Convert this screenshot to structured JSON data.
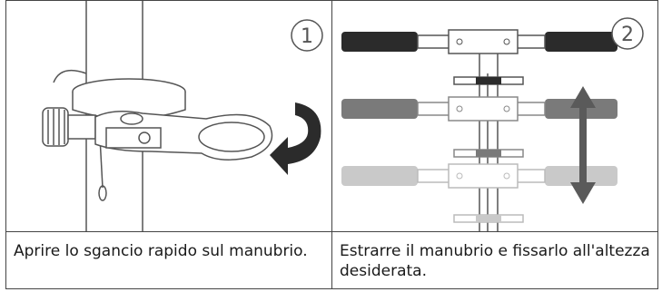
{
  "steps": [
    {
      "number": "1",
      "caption": "Aprire lo sgancio rapido sul manubrio."
    },
    {
      "number": "2",
      "caption": "Estrarre il manubrio e fissarlo all'altezza desiderata."
    }
  ],
  "colors": {
    "line": "#555555",
    "grip_dark": "#2b2b2b",
    "grip_mid": "#7a7a7a",
    "grip_light": "#bdbdbd"
  },
  "icons": [
    "rotation-arrow-icon",
    "up-down-arrow-icon"
  ]
}
